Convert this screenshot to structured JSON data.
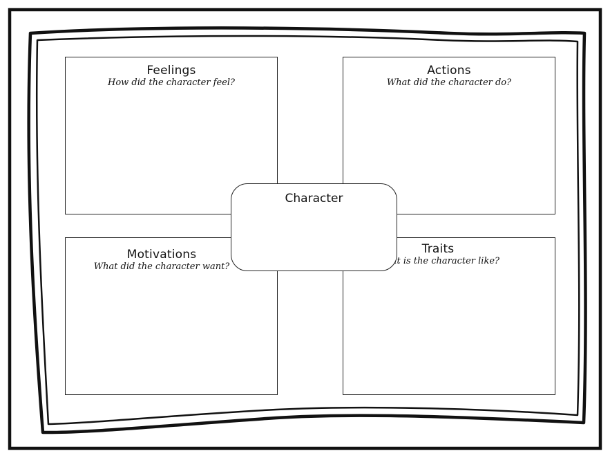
{
  "center": {
    "title": "Character"
  },
  "quadrants": [
    {
      "title": "Feelings",
      "prompt": "How did the character feel?"
    },
    {
      "title": "Actions",
      "prompt": "What did the character do?"
    },
    {
      "title": "Motivations",
      "prompt": "What did the character want?"
    },
    {
      "title": "Traits",
      "prompt": "What is the character like?"
    }
  ]
}
